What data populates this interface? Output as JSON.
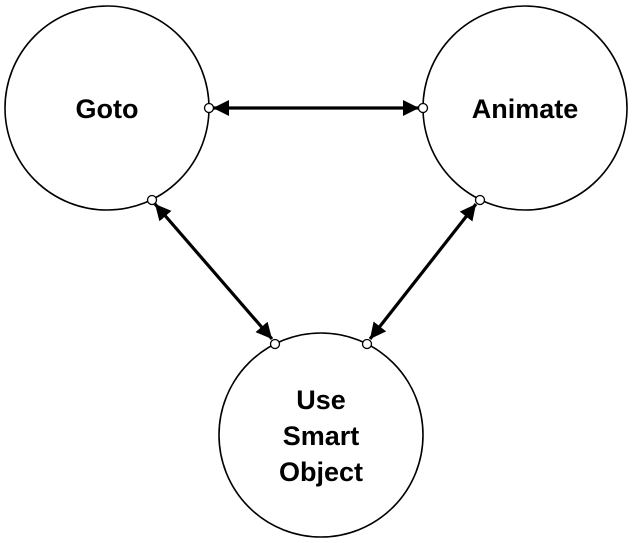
{
  "nodes": {
    "goto": {
      "label": "Goto"
    },
    "animate": {
      "label": "Animate"
    },
    "use_smart_object": {
      "lines": [
        "Use",
        "Smart",
        "Object"
      ]
    }
  },
  "edges": [
    {
      "from": "goto",
      "to": "animate",
      "direction": "bidirectional"
    },
    {
      "from": "goto",
      "to": "use_smart_object",
      "direction": "bidirectional"
    },
    {
      "from": "animate",
      "to": "use_smart_object",
      "direction": "bidirectional"
    }
  ],
  "colors": {
    "stroke": "#000000",
    "background": "#ffffff"
  }
}
